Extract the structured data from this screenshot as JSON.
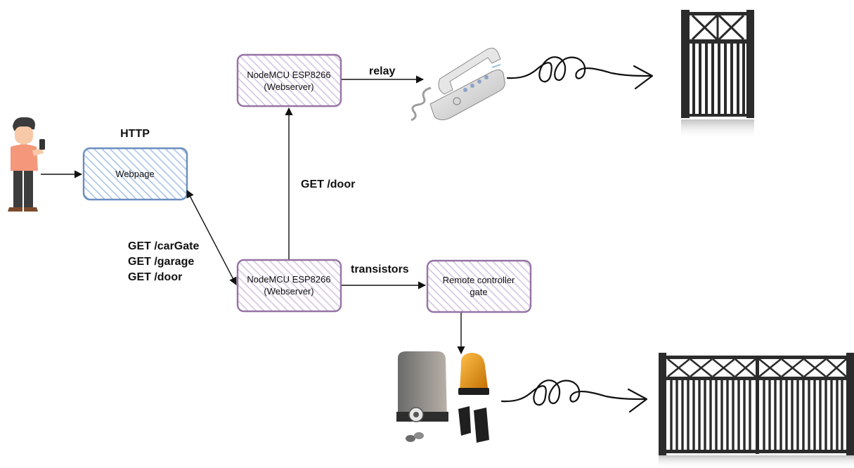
{
  "nodes": {
    "webpage": {
      "label": "Webpage"
    },
    "nodemcu_top": {
      "line1": "NodeMCU ESP8266",
      "line2": "(Webserver)"
    },
    "nodemcu_bottom": {
      "line1": "NodeMCU ESP8266",
      "line2": "(Webserver)"
    },
    "remote": {
      "line1": "Remote controller",
      "line2": "gate"
    }
  },
  "labels": {
    "http": "HTTP",
    "relay": "relay",
    "get_door_vertical": "GET /door",
    "get_list": [
      "GET /carGate",
      "GET /garage",
      "GET /door"
    ],
    "transistors": "transistors"
  },
  "colors": {
    "webpage_border": "#6c8ebf",
    "webpage_hatch": "#a9c4eb",
    "node_border": "#9673a6",
    "node_hatch": "#d5c4e0",
    "person_shirt": "#f4977a",
    "person_hair": "#3b3b3b",
    "gate_color": "#2b2b2b",
    "beacon_color": "#e8960c"
  },
  "icons": [
    "person-with-phone-icon",
    "telephone-icon",
    "door-gate-icon",
    "gate-motor-icon",
    "warning-beacon-icon",
    "photocell-sensors-icon",
    "remote-keys-icon",
    "car-gate-icon",
    "squiggle-arrow-icon"
  ]
}
